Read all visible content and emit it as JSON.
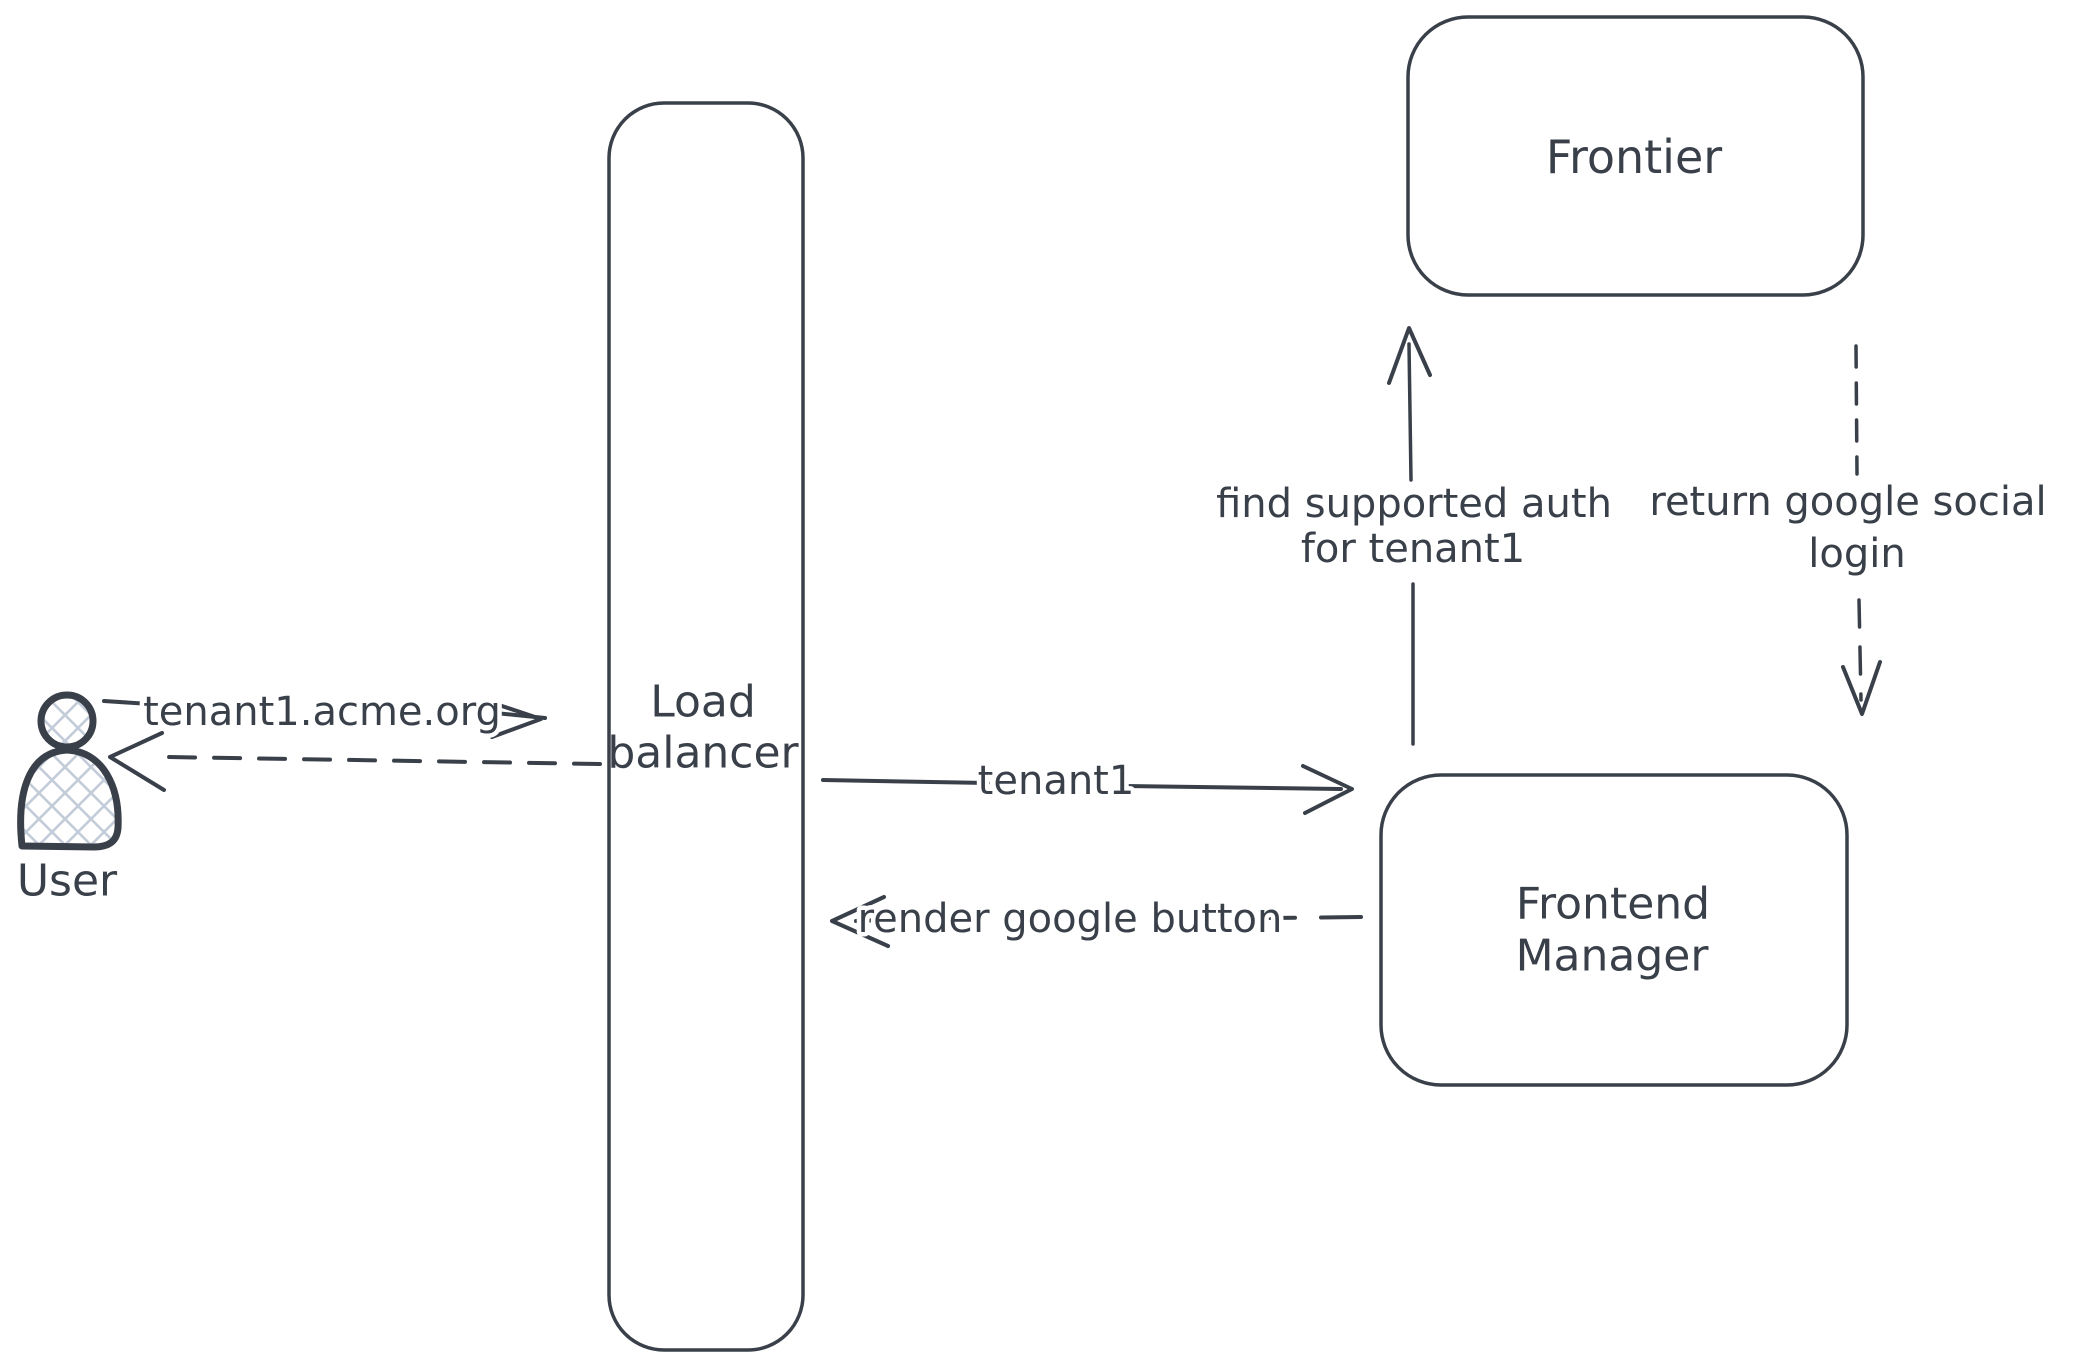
{
  "canvas": {
    "background": "#ffffff",
    "stroke_color": "#394049",
    "hatch_color": "#c3ccd9"
  },
  "nodes": {
    "user": {
      "label": "User"
    },
    "load_balancer": {
      "line1": "Load",
      "line2": "balancer"
    },
    "frontier": {
      "label": "Frontier"
    },
    "frontend_manager": {
      "line1": "Frontend",
      "line2": "Manager"
    }
  },
  "edges": {
    "user_to_lb": {
      "label": "tenant1.acme.org",
      "style": "solid"
    },
    "lb_to_user": {
      "style": "dashed"
    },
    "lb_to_fm": {
      "label": "tenant1",
      "style": "solid"
    },
    "fm_to_lb": {
      "label": "render google button",
      "style": "dashed"
    },
    "fm_to_frontier": {
      "line1": "find supported auth",
      "line2": "for tenant1",
      "style": "solid"
    },
    "frontier_to_fm": {
      "line1": "return google social",
      "line2": "login",
      "style": "dashed"
    }
  }
}
